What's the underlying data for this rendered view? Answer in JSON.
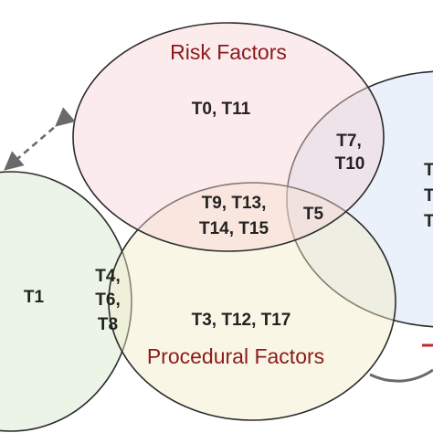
{
  "colors": {
    "risk_fill": "#f6d3d8",
    "procedural_fill": "#f5ecc8",
    "left_fill": "#dcebd4",
    "right_fill": "#d9e6f6",
    "label_color": "#8b1a1a",
    "arrow_color": "#6a6a6a",
    "red_mark": "#c0272d"
  },
  "sets": {
    "risk": {
      "label": "Risk Factors"
    },
    "procedural": {
      "label": "Procedural Factors"
    }
  },
  "regions": {
    "risk_only": {
      "lines": [
        "T0, T11"
      ]
    },
    "risk_right": {
      "lines": [
        "T7,",
        "T10"
      ]
    },
    "risk_procedural": {
      "lines": [
        "T9, T13,",
        "T14, T15"
      ]
    },
    "risk_procedural_right": {
      "lines": [
        "T5"
      ]
    },
    "left_only": {
      "lines": [
        "T1"
      ]
    },
    "left_procedural": {
      "lines": [
        "T4,",
        "T6,",
        "T8"
      ]
    },
    "procedural_only": {
      "lines": [
        "T3, T12, T17"
      ]
    },
    "right_only_partial": {
      "lines": [
        "T",
        "T",
        "T"
      ]
    }
  }
}
